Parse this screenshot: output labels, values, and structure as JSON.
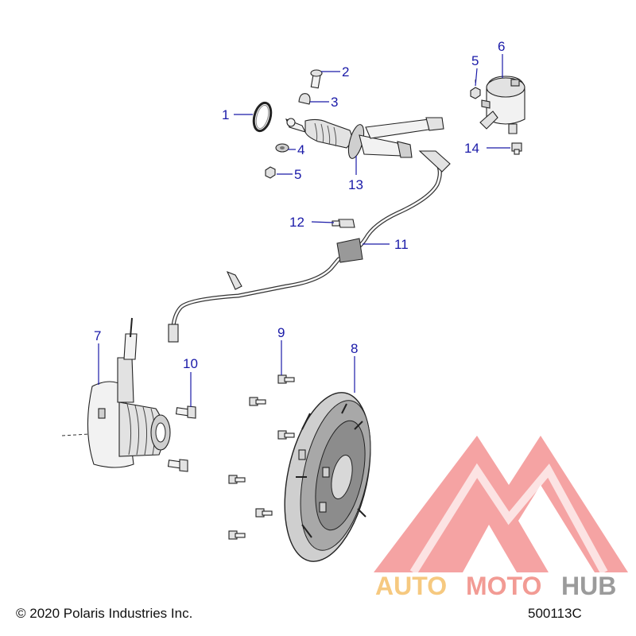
{
  "copyright": "© 2020 Polaris Industries Inc.",
  "diagram_id": "500113C",
  "watermark": {
    "word_1": "AUTO",
    "word_2": "MOTO",
    "word_3": "HUB",
    "color_1": "#f5c06a",
    "color_2": "#f08a82",
    "color_3": "#8a8a8a",
    "mark_color": "#ef6f6f"
  },
  "callouts": [
    {
      "id": "c1",
      "label": "1"
    },
    {
      "id": "c2",
      "label": "2"
    },
    {
      "id": "c3",
      "label": "3"
    },
    {
      "id": "c4",
      "label": "4"
    },
    {
      "id": "c5a",
      "label": "5"
    },
    {
      "id": "c5b",
      "label": "5"
    },
    {
      "id": "c6",
      "label": "6"
    },
    {
      "id": "c7",
      "label": "7"
    },
    {
      "id": "c8",
      "label": "8"
    },
    {
      "id": "c9",
      "label": "9"
    },
    {
      "id": "c10",
      "label": "10"
    },
    {
      "id": "c11",
      "label": "11"
    },
    {
      "id": "c12",
      "label": "12"
    },
    {
      "id": "c13",
      "label": "13"
    },
    {
      "id": "c14",
      "label": "14"
    }
  ],
  "callout_color": "#1a1aa8"
}
